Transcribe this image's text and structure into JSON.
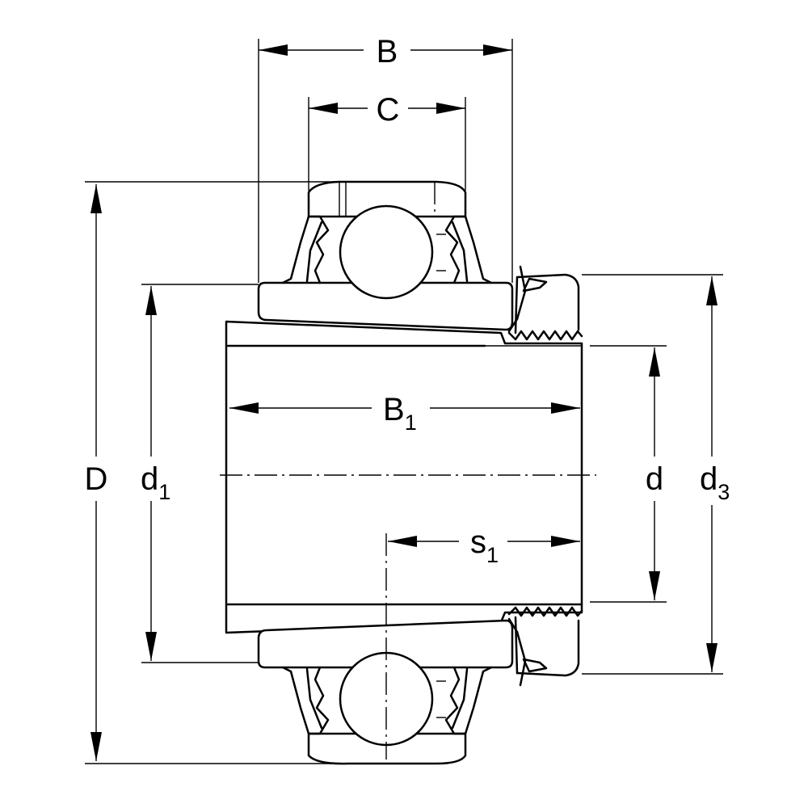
{
  "labels": {
    "B": "B",
    "C": "C",
    "B1": {
      "main": "B",
      "sub": "1"
    },
    "D": "D",
    "d1": {
      "main": "d",
      "sub": "1"
    },
    "d": "d",
    "d3": {
      "main": "d",
      "sub": "3"
    },
    "s1": {
      "main": "s",
      "sub": "1"
    }
  }
}
